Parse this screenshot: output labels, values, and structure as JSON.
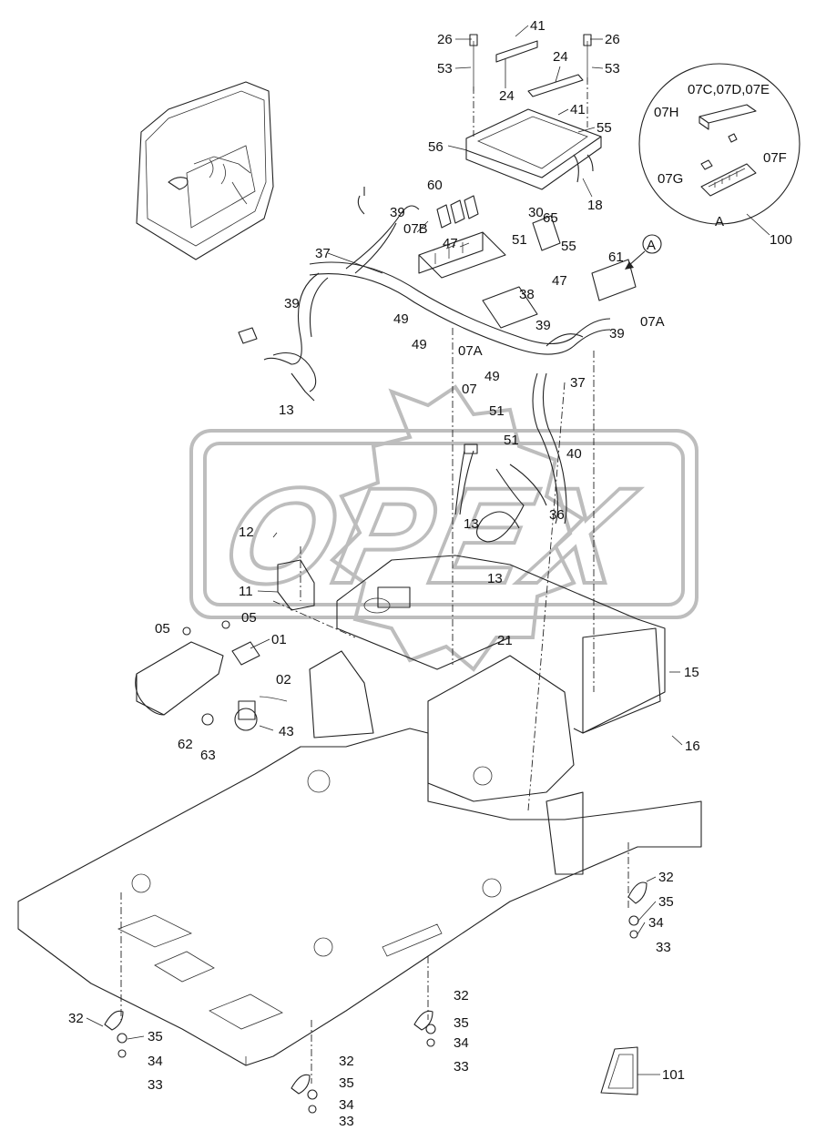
{
  "watermark": "OPEX",
  "callouts": [
    {
      "id": "c1",
      "text": "26"
    },
    {
      "id": "c2",
      "text": "41"
    },
    {
      "id": "c3",
      "text": "26"
    },
    {
      "id": "c4",
      "text": "53"
    },
    {
      "id": "c5",
      "text": "53"
    },
    {
      "id": "c6",
      "text": "24"
    },
    {
      "id": "c7",
      "text": "24"
    },
    {
      "id": "c8",
      "text": "41"
    },
    {
      "id": "c9",
      "text": "55"
    },
    {
      "id": "c10",
      "text": "56"
    },
    {
      "id": "c11",
      "text": "18"
    },
    {
      "id": "c12",
      "text": "60"
    },
    {
      "id": "c13",
      "text": "39"
    },
    {
      "id": "c14",
      "text": "07B"
    },
    {
      "id": "c15",
      "text": "30"
    },
    {
      "id": "c16",
      "text": "65"
    },
    {
      "id": "c17",
      "text": "47"
    },
    {
      "id": "c18",
      "text": "51"
    },
    {
      "id": "c19",
      "text": "55"
    },
    {
      "id": "c20",
      "text": "61"
    },
    {
      "id": "c21",
      "text": "37"
    },
    {
      "id": "c22",
      "text": "38"
    },
    {
      "id": "c23",
      "text": "47"
    },
    {
      "id": "c24",
      "text": "39"
    },
    {
      "id": "c25",
      "text": "49"
    },
    {
      "id": "c26",
      "text": "49"
    },
    {
      "id": "c27",
      "text": "07A"
    },
    {
      "id": "c28",
      "text": "39"
    },
    {
      "id": "c29",
      "text": "39"
    },
    {
      "id": "c30",
      "text": "07A"
    },
    {
      "id": "c31",
      "text": "49"
    },
    {
      "id": "c32",
      "text": "07"
    },
    {
      "id": "c33",
      "text": "37"
    },
    {
      "id": "c34",
      "text": "13"
    },
    {
      "id": "c35",
      "text": "51"
    },
    {
      "id": "c36",
      "text": "51"
    },
    {
      "id": "c37",
      "text": "40"
    },
    {
      "id": "c38",
      "text": "13"
    },
    {
      "id": "c39",
      "text": "36"
    },
    {
      "id": "c40",
      "text": "12"
    },
    {
      "id": "c41",
      "text": "13"
    },
    {
      "id": "c42",
      "text": "11"
    },
    {
      "id": "c43",
      "text": "05"
    },
    {
      "id": "c44",
      "text": "05"
    },
    {
      "id": "c45",
      "text": "01"
    },
    {
      "id": "c46",
      "text": "02"
    },
    {
      "id": "c47",
      "text": "21"
    },
    {
      "id": "c48",
      "text": "15"
    },
    {
      "id": "c49",
      "text": "43"
    },
    {
      "id": "c50",
      "text": "16"
    },
    {
      "id": "c51",
      "text": "62"
    },
    {
      "id": "c52",
      "text": "63"
    },
    {
      "id": "c53",
      "text": "32"
    },
    {
      "id": "c54",
      "text": "35"
    },
    {
      "id": "c55",
      "text": "34"
    },
    {
      "id": "c56",
      "text": "33"
    },
    {
      "id": "c57",
      "text": "32"
    },
    {
      "id": "c58",
      "text": "35"
    },
    {
      "id": "c59",
      "text": "34"
    },
    {
      "id": "c60",
      "text": "33"
    },
    {
      "id": "c61",
      "text": "32"
    },
    {
      "id": "c62",
      "text": "35"
    },
    {
      "id": "c63",
      "text": "34"
    },
    {
      "id": "c64",
      "text": "33"
    },
    {
      "id": "c65",
      "text": "32"
    },
    {
      "id": "c66",
      "text": "35"
    },
    {
      "id": "c67",
      "text": "34"
    },
    {
      "id": "c68",
      "text": "33"
    },
    {
      "id": "c69",
      "text": "101"
    }
  ],
  "detail_view": {
    "marker": "A",
    "title_label": "A",
    "ref_number": "100",
    "labels": {
      "top": "07C,07D,07E",
      "left_top": "07H",
      "left_bottom": "07G",
      "right": "07F"
    }
  }
}
